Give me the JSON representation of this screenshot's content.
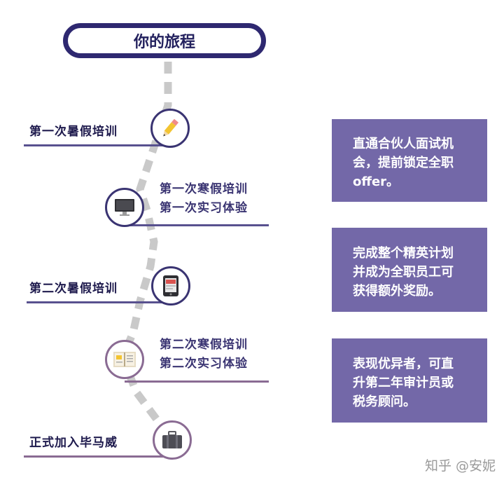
{
  "title": "你的旅程",
  "milestones": [
    {
      "lines": [
        "第一次暑假培训"
      ],
      "icon": "pencil-icon"
    },
    {
      "lines": [
        "第一次寒假培训",
        "第一次实习体验"
      ],
      "icon": "monitor-icon"
    },
    {
      "lines": [
        "第二次暑假培训"
      ],
      "icon": "tablet-icon"
    },
    {
      "lines": [
        "第二次寒假培训",
        "第二次实习体验"
      ],
      "icon": "open-book-icon"
    },
    {
      "lines": [
        "正式加入毕马威"
      ],
      "icon": "briefcase-icon"
    }
  ],
  "info_boxes": [
    {
      "lines": [
        "直通合伙人面试机",
        "会，提前锁定全职",
        "offer。"
      ]
    },
    {
      "lines": [
        "完成整个精英计划",
        "并成为全职员工可",
        "获得额外奖励。"
      ]
    },
    {
      "lines": [
        "表现优异者，可直",
        "升第二年审计员或",
        "税务顾问。"
      ]
    }
  ],
  "watermark": "知乎 @安妮",
  "colors": {
    "accent": "#2e2870",
    "box": "#7368a8",
    "path": "#c9c9c9"
  }
}
